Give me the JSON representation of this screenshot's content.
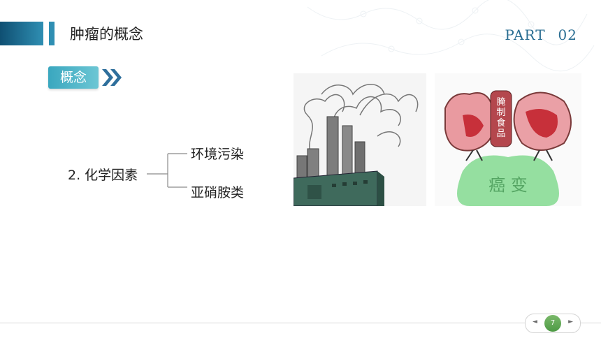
{
  "header": {
    "title": "肿瘤的概念",
    "part_label": "PART",
    "part_number": "02"
  },
  "section": {
    "badge": "概念"
  },
  "content": {
    "factor": "2. 化学因素",
    "branches": [
      "环境污染",
      "亚硝胺类"
    ]
  },
  "images": {
    "food_image_text": [
      "腌",
      "制",
      "食",
      "品"
    ],
    "food_image_caption": "癌 变"
  },
  "footer": {
    "page_number": "7"
  },
  "colors": {
    "accent": "#2f8fb3",
    "badge": "#3aa7bf",
    "page_number_bg": "#4e9a45"
  }
}
